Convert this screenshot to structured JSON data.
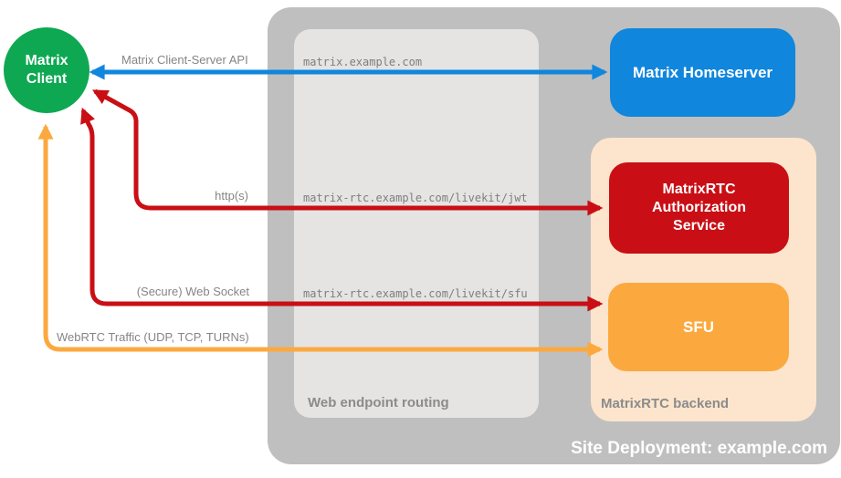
{
  "colors": {
    "green": "#0ea853",
    "blue": "#1086dd",
    "red": "#c90f15",
    "orange": "#fba93f",
    "peach": "#fce5cc",
    "gray-outer": "#bfbfbf",
    "gray-inner": "#e5e4e3",
    "label-gray": "#858585",
    "url-gray": "#7e7e7e",
    "caption-gray": "#8b8b8b"
  },
  "nodes": {
    "client": {
      "label": "Matrix\nClient"
    },
    "homeserver": {
      "label": "Matrix Homeserver"
    },
    "auth_service": {
      "label": "MatrixRTC\nAuthorization\nService"
    },
    "sfu": {
      "label": "SFU"
    }
  },
  "containers": {
    "site": {
      "label": "Site Deployment: example.com"
    },
    "routing": {
      "label": "Web endpoint routing"
    },
    "backend": {
      "label": "MatrixRTC backend"
    }
  },
  "arrows": {
    "api": {
      "label": "Matrix Client-Server API",
      "url": "matrix.example.com"
    },
    "http": {
      "label": "http(s)",
      "url": "matrix-rtc.example.com/livekit/jwt"
    },
    "websocket": {
      "label": "(Secure) Web Socket",
      "url": "matrix-rtc.example.com/livekit/sfu"
    },
    "webrtc": {
      "label": "WebRTC Traffic (UDP, TCP, TURNs)"
    }
  }
}
